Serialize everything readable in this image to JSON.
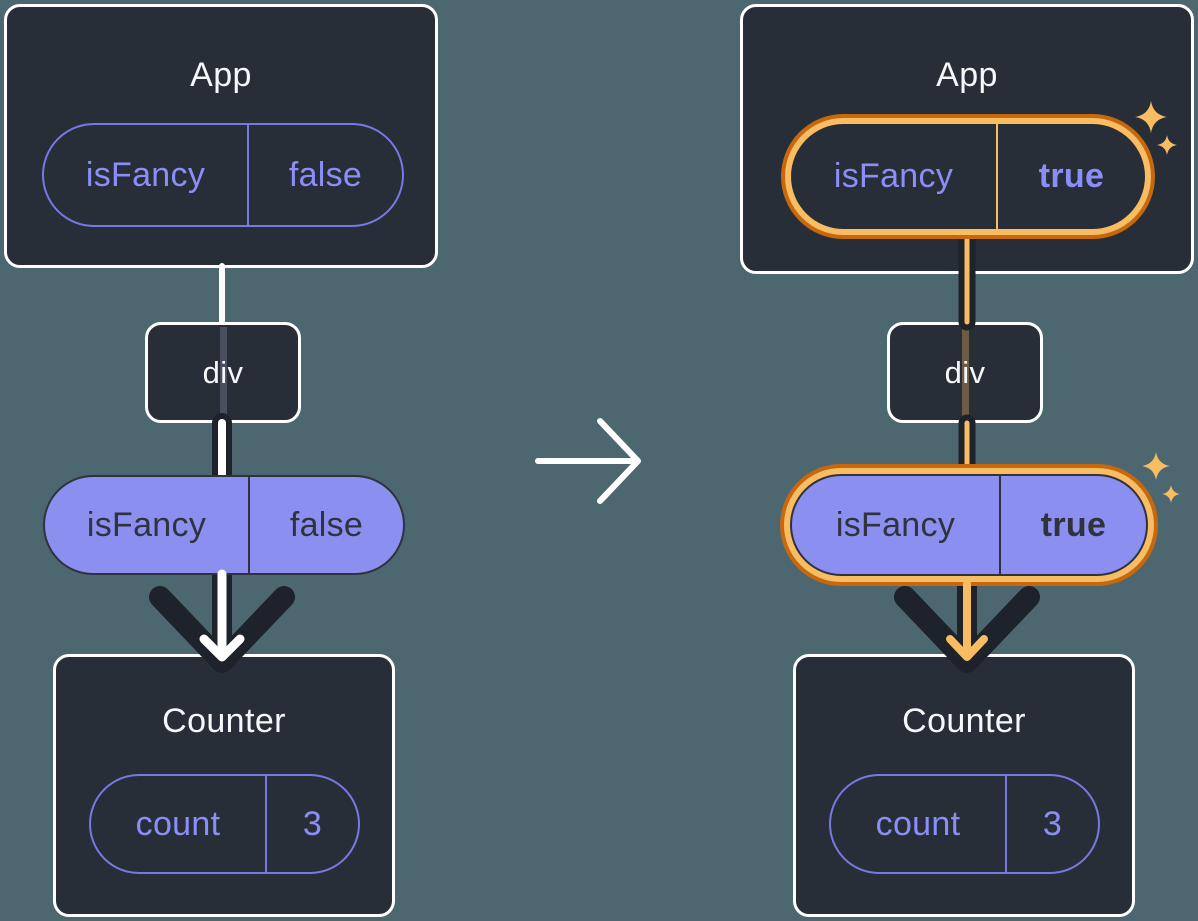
{
  "colors": {
    "background": "#4D6770",
    "component_box_fill": "#282E38",
    "component_box_border": "#FFFFFF",
    "title_text": "#F6F7F9",
    "purple_outline": "#7679E2",
    "purple_text": "#8A8FF8",
    "prop_pill_fill": "#8B8FF0",
    "dark_text": "#2E333D",
    "arrow_dark": "#1D222B",
    "highlight_orange_dark": "#C7680F",
    "highlight_orange_light": "#F8BC62",
    "connector_white": "#FFFFFF"
  },
  "icons": {
    "transition": "right-arrow-icon",
    "highlight": "sparkle-icon"
  },
  "before": {
    "app": {
      "title": "App",
      "state_name": "isFancy",
      "state_value": "false"
    },
    "div": {
      "label": "div"
    },
    "prop": {
      "name": "isFancy",
      "value": "false"
    },
    "counter": {
      "title": "Counter",
      "state_name": "count",
      "state_value": "3"
    }
  },
  "after": {
    "app": {
      "title": "App",
      "state_name": "isFancy",
      "state_value": "true"
    },
    "div": {
      "label": "div"
    },
    "prop": {
      "name": "isFancy",
      "value": "true"
    },
    "counter": {
      "title": "Counter",
      "state_name": "count",
      "state_value": "3"
    }
  }
}
